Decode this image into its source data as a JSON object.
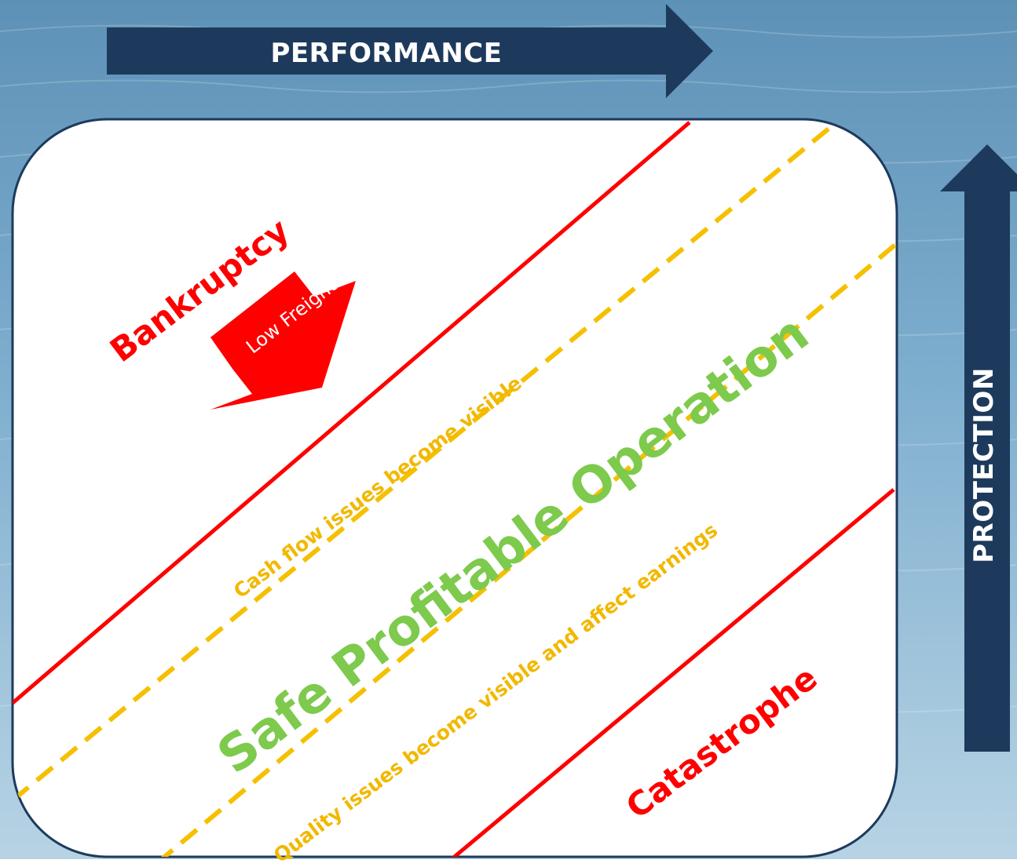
{
  "background": {
    "water_color_top": "#5f93b8",
    "water_color_bottom": "#b9d6e6"
  },
  "performance_arrow": {
    "label": "PERFORMANCE",
    "color": "#1d3a5c"
  },
  "protection_arrow": {
    "label": "PROTECTION",
    "color": "#1d3a5c"
  },
  "zones": {
    "bankruptcy": "Bankruptcy",
    "low_freight": "Low Freight",
    "cash_flow": "Cash flow issues become visible",
    "safe_operation": "Safe Profitable Operation",
    "quality": "Quality issues become visible and affect earnings",
    "catastrophe": "Catastrophe"
  },
  "colors": {
    "red": "#ff0000",
    "dashed": "#f5c000",
    "green": "#7dca4d",
    "board_border": "#1d3a5c"
  }
}
